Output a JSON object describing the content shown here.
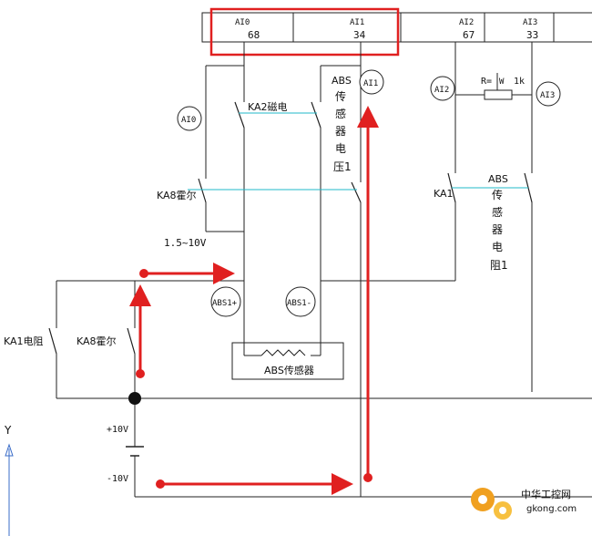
{
  "terminals": [
    {
      "name": "AI0",
      "value": "68"
    },
    {
      "name": "AI1",
      "value": "34"
    },
    {
      "name": "AI2",
      "value": "67"
    },
    {
      "name": "AI3",
      "value": "33"
    }
  ],
  "circle_labels": {
    "ai0": "AI0",
    "ai1": "AI1",
    "ai2": "AI2",
    "ai3": "AI3",
    "abs1_plus": "ABS1+",
    "abs1_minus": "ABS1-"
  },
  "switch_labels": {
    "ka2": "KA2磁电",
    "ka8_top": "KA8霍尔",
    "ka1_right": "KA1",
    "ka1_left": "KA1电阻",
    "ka8_left": "KA8霍尔"
  },
  "vertical_texts": {
    "abs_voltage": [
      "ABS",
      "传",
      "感",
      "器",
      "电",
      "压1"
    ],
    "abs_resistance": [
      "ABS",
      "传",
      "感",
      "器",
      "电",
      "阻1"
    ]
  },
  "resistor": {
    "label": "R=",
    "value": "1k",
    "w_label": "W"
  },
  "voltage_range": "1.5~10V",
  "sensor_box": "ABS传感器",
  "supply": {
    "plus": "+10V",
    "minus": "-10V"
  },
  "axis": {
    "label": "Y"
  },
  "watermark": {
    "cn": "中华工控网",
    "url": "gkong.com"
  },
  "colors": {
    "line": "#222222",
    "highlight": "#e02020",
    "cyan": "#22b8c8"
  }
}
